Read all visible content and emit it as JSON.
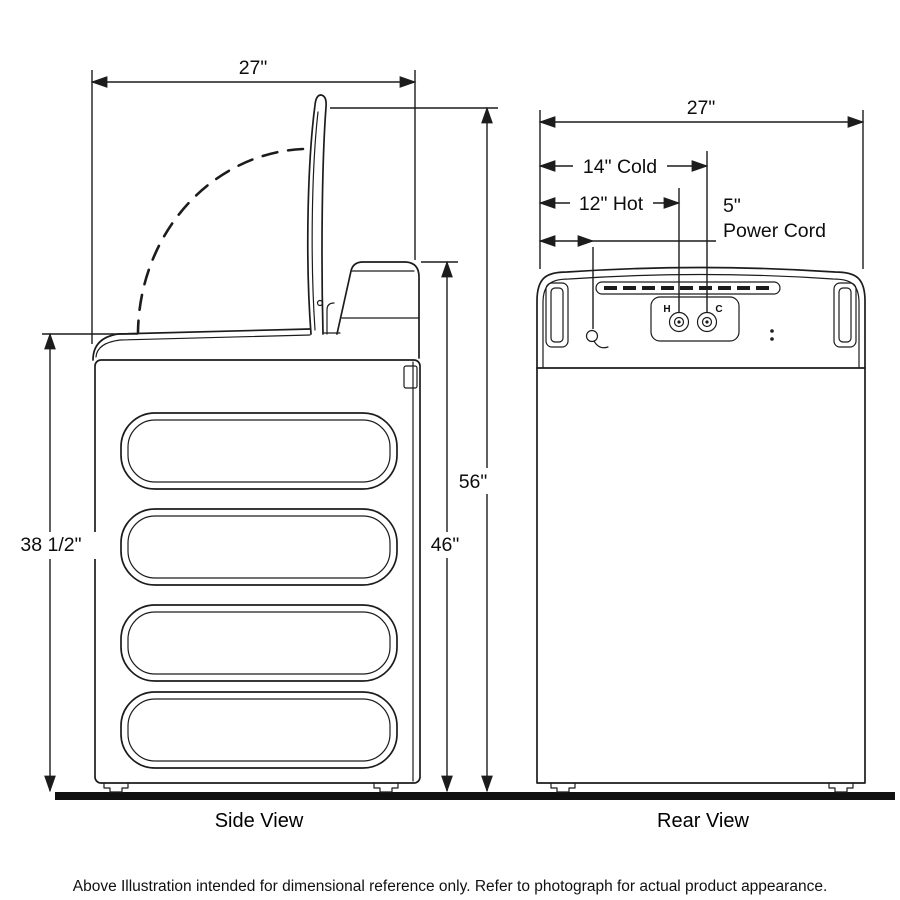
{
  "diagram": {
    "footer_note": "Above Illustration intended for dimensional reference only. Refer to photograph for actual product appearance.",
    "side_view": {
      "caption": "Side View",
      "dim_width": "27\"",
      "dim_height_lid_open": "56\"",
      "dim_height_console": "46\"",
      "dim_height_cabinet": "38 1/2\""
    },
    "rear_view": {
      "caption": "Rear View",
      "dim_width": "27\"",
      "dim_cold_inlet": "14\" Cold",
      "dim_hot_inlet": "12\" Hot",
      "dim_power_cord": "5\"",
      "power_cord_label": "Power Cord",
      "hot_port_label": "H",
      "cold_port_label": "C"
    }
  }
}
